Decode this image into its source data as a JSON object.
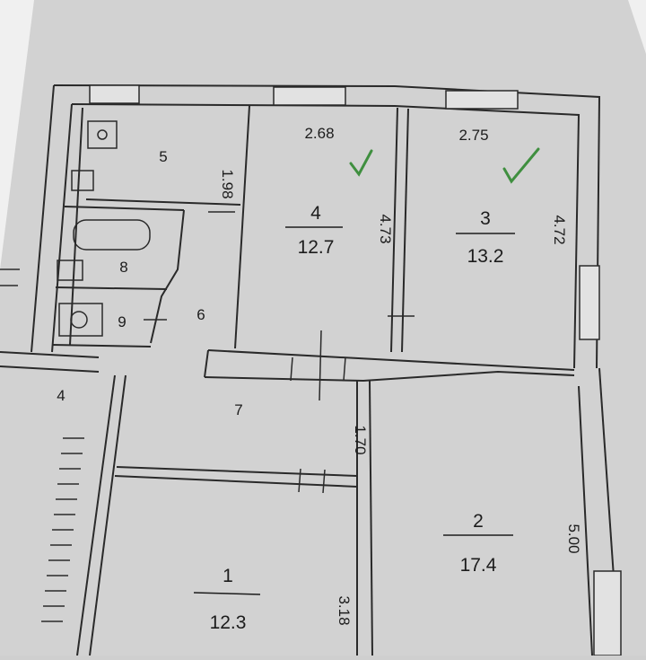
{
  "plan": {
    "rooms": [
      {
        "id": "room-1",
        "number": "1",
        "area": "12.3"
      },
      {
        "id": "room-2",
        "number": "2",
        "area": "17.4"
      },
      {
        "id": "room-3",
        "number": "3",
        "area": "13.2"
      },
      {
        "id": "room-4",
        "number": "4",
        "area": "12.7"
      },
      {
        "id": "room-5",
        "number": "5"
      },
      {
        "id": "room-6",
        "number": "6"
      },
      {
        "id": "room-7",
        "number": "7"
      },
      {
        "id": "room-8",
        "number": "8"
      },
      {
        "id": "room-9",
        "number": "9"
      },
      {
        "id": "neighbor-4",
        "number": "4"
      }
    ],
    "dimensions": {
      "room4_width": "2.68",
      "room3_width": "2.75",
      "room4_length": "4.73",
      "room3_length": "4.72",
      "room5_length": "1.98",
      "corridor_width": "1.70",
      "room2_length": "5.00",
      "room1_length": "3.18"
    },
    "colors": {
      "paper": "#d4d4d4",
      "outer_dark": "#f2f2f2",
      "wall": "#bdbdbd",
      "line": "#2a2a2a",
      "checkmark": "#3f8f3f"
    },
    "marks": [
      "checkmark-icon",
      "checkmark-icon"
    ]
  }
}
